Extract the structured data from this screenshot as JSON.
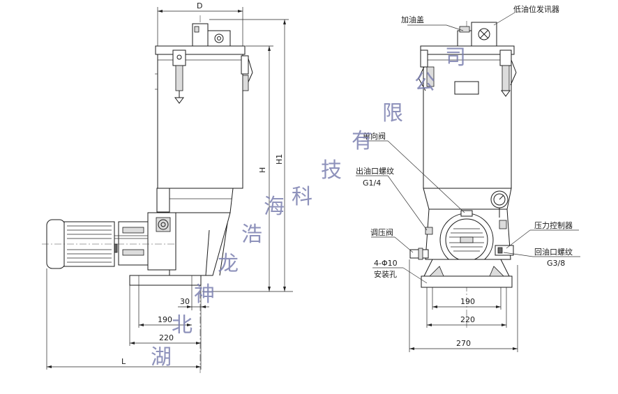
{
  "diagram": {
    "left_view": {
      "dims": {
        "D": "D",
        "H": "H",
        "H1": "H1",
        "L": "L",
        "d30": "30",
        "d190": "190",
        "d220": "220"
      }
    },
    "right_view": {
      "callouts": {
        "fill_cap": "加油盖",
        "low_level": "低油位发讯器",
        "check_valve": "单向阀",
        "outlet_thread": "出油口螺纹",
        "outlet_size": "G1/4",
        "relief_valve": "调压阀",
        "pressure_ctrl": "压力控制器",
        "return_thread": "回油口螺纹",
        "return_size": "G3/8",
        "holes": "4-Φ10",
        "mount_holes": "安装孔"
      },
      "dims": {
        "d190": "190",
        "d220": "220",
        "d270": "270"
      }
    },
    "watermark": [
      "湖",
      "北",
      "神",
      "龙",
      "浩",
      "海",
      "科",
      "技",
      "有",
      "限",
      "公",
      "司"
    ]
  },
  "colors": {
    "line": "#1a1a1a",
    "watermark": "#7b7fb0"
  }
}
